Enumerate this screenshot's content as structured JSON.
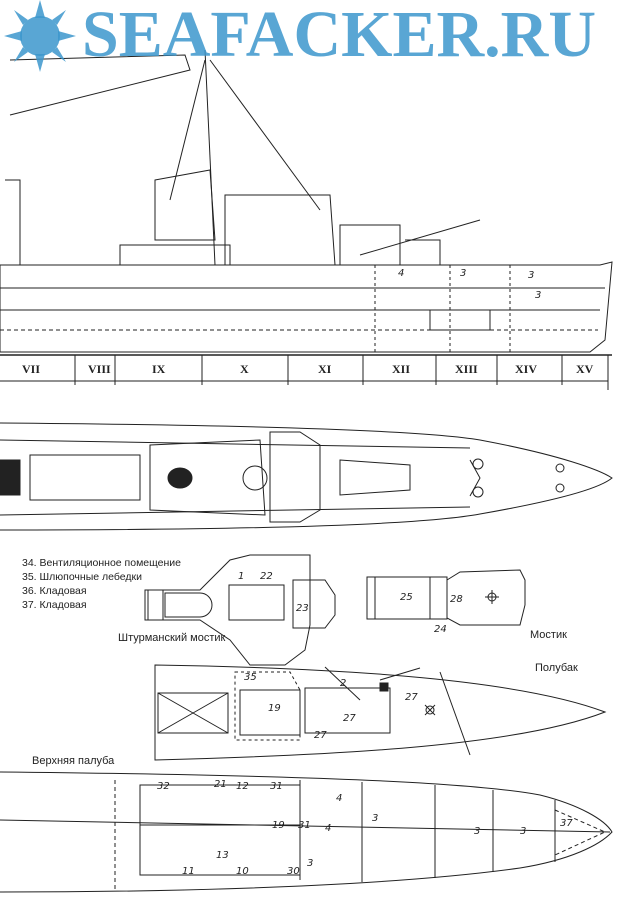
{
  "legend": [
    "34. Вентиляционное помещение",
    "35. Шлюпочные лебедки",
    "36. Кладовая",
    "37. Кладовая"
  ],
  "section_labels": [
    "VII",
    "VIII",
    "IX",
    "X",
    "XI",
    "XII",
    "XIII",
    "XIV",
    "XV"
  ],
  "view_titles": {
    "nav_bridge": "Штурманский мостик",
    "bridge": "Мостик",
    "forecastle": "Полубак",
    "upper_deck": "Верхняя палуба"
  },
  "side_numbers": [
    "4",
    "3",
    "3",
    "3"
  ],
  "nav_bridge_numbers": [
    "1",
    "22",
    "23"
  ],
  "bridge_numbers": [
    "25",
    "24",
    "28"
  ],
  "forecastle_numbers": [
    "35",
    "2",
    "19",
    "27",
    "27",
    "27"
  ],
  "upper_deck_numbers": [
    "32",
    "21",
    "12",
    "31",
    "4",
    "3",
    "19",
    "31",
    "4",
    "3",
    "3",
    "37",
    "13",
    "11",
    "10",
    "30",
    "3"
  ],
  "watermark": "SEAFACKER.RU",
  "colors": {
    "ink": "#222222",
    "watermark": "#3c96cd"
  }
}
